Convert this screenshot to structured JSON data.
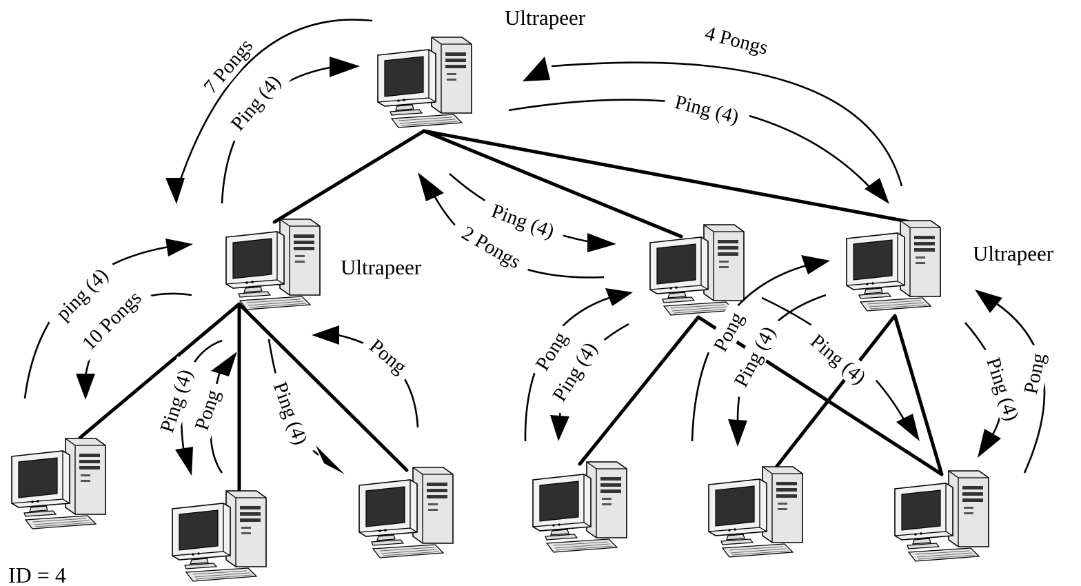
{
  "legend": {
    "id_text": "ID = 4"
  },
  "node_labels": {
    "top": "Ultrapeer",
    "left": "Ultrapeer",
    "right": "Ultrapeer"
  },
  "messages": {
    "pongs_7": "7 Pongs",
    "ping_top_left": "Ping (4)",
    "pongs_4": "4 Pongs",
    "ping_top_right": "Ping (4)",
    "ping_mid": "Ping (4)",
    "pongs_2": "2 Pongs",
    "ping_lower_left": "ping (4)",
    "pongs_10": "10 Pongs",
    "ping_leaf2": "Ping (4)",
    "pong_leaf2": "Pong",
    "ping_leaf3": "Ping (4)",
    "pong_leaf3": "Pong",
    "pong_leaf4": "Pong",
    "ping_leaf4": "Ping (4)",
    "pong_leaf5": "Pong",
    "ping_leaf5": "Ping (4)",
    "ping_leaf6": "Ping (4)",
    "pong_leaf6": "Pong",
    "ping_leaf6b": "Ping (4)"
  }
}
